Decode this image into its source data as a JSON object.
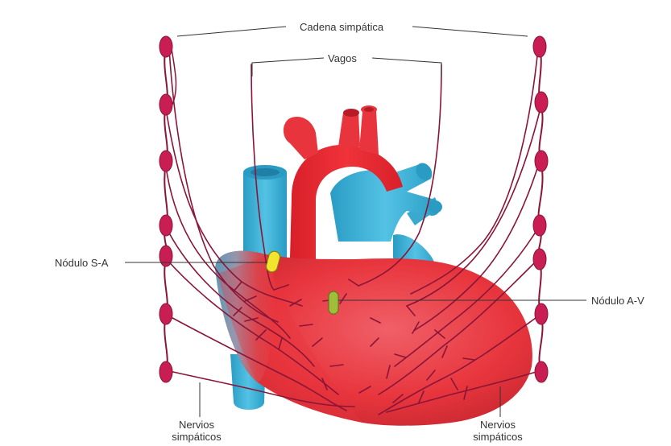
{
  "labels": {
    "sympathetic_chain": "Cadena simpática",
    "vagi": "Vagos",
    "sa_node": "Nódulo S-A",
    "av_node": "Nódulo A-V",
    "sympathetic_nerves_left": [
      "Nervios",
      "simpáticos"
    ],
    "sympathetic_nerves_right": [
      "Nervios",
      "simpáticos"
    ]
  },
  "colors": {
    "heart_red": "#e8353d",
    "vessel_blue": "#39b0d6",
    "nerve": "#8a1538",
    "ganglion": "#c81e54",
    "sa_node": "#f2e52e",
    "av_node": "#9fbf3a",
    "leader_line": "#333333"
  }
}
